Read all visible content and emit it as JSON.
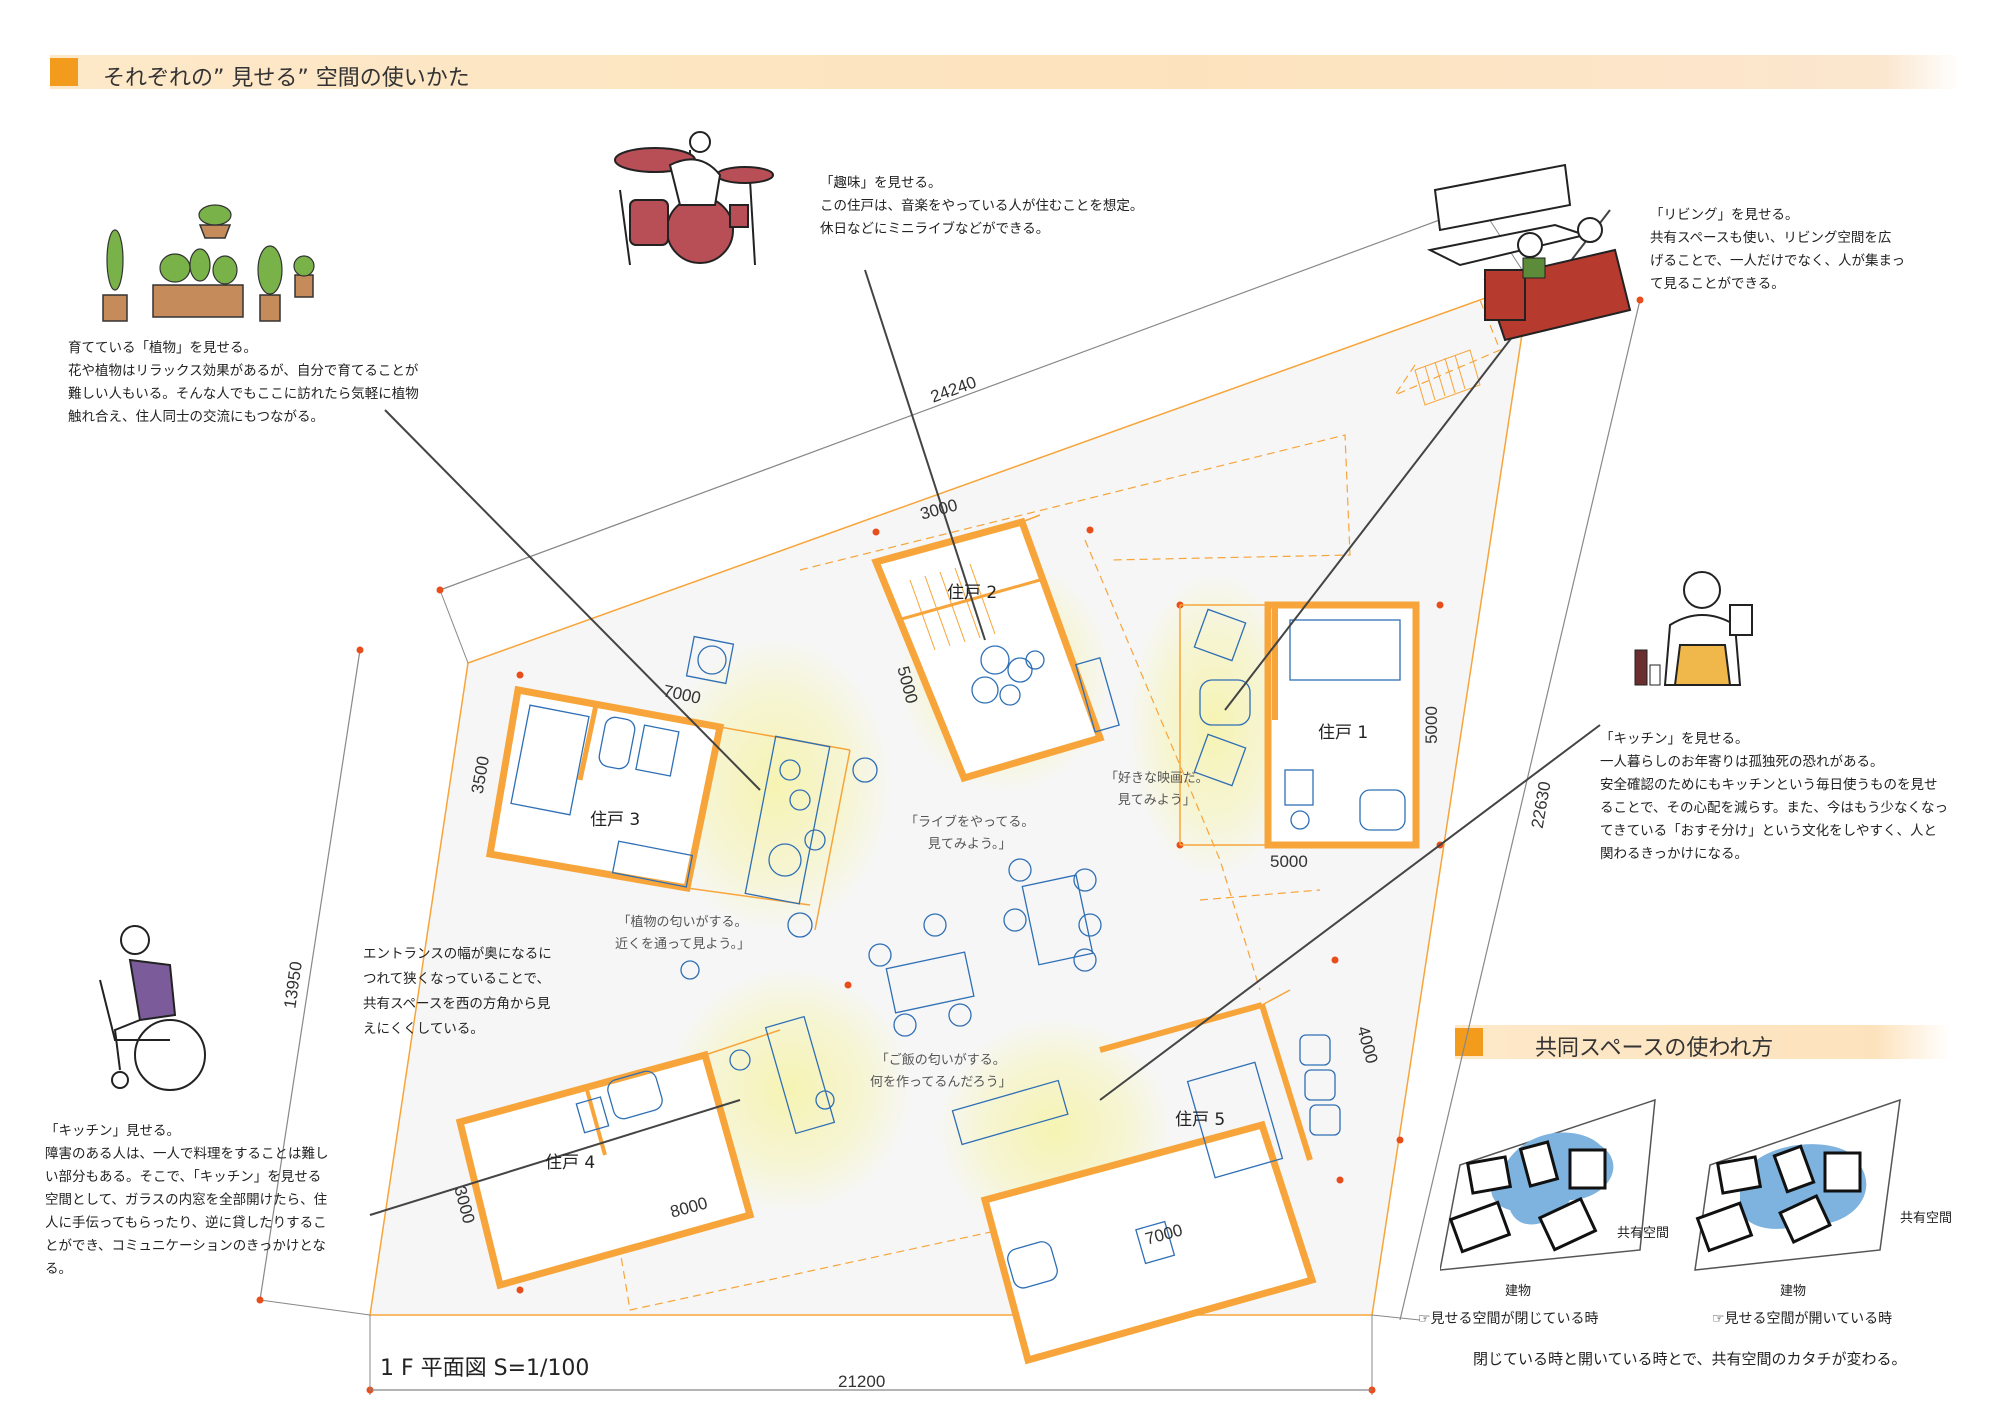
{
  "header": {
    "title": "それぞれの” 見せる” 空間の使いかた"
  },
  "section2": {
    "title": "共同スペースの使われ方"
  },
  "descriptions": {
    "plants": [
      "育てている「植物」を見せる。",
      "花や植物はリラックス効果があるが、自分で育てることが",
      "難しい人もいる。そんな人でもここに訪れたら気軽に植物",
      "触れ合え、住人同士の交流にもつながる。"
    ],
    "hobby": [
      "「趣味」を見せる。",
      "この住戸は、音楽をやっている人が住むことを想定。",
      "休日などにミニライブなどができる。"
    ],
    "living": [
      "「リビング」を見せる。",
      "共有スペースも使い、リビング空間を広",
      "げることで、一人だけでなく、人が集まっ",
      "て見ることができる。"
    ],
    "kitchen1": [
      "「キッチン」を見せる。",
      "一人暮らしのお年寄りは孤独死の恐れがある。",
      "安全確認のためにもキッチンという毎日使うものを見せ",
      "ることで、その心配を減らす。また、今はもう少なくなっ",
      "てきている「おすそ分け」という文化をしやすく、人と",
      "関わるきっかけになる。"
    ],
    "kitchen2": [
      "「キッチン」見せる。",
      "障害のある人は、一人で料理をすることは難し",
      "い部分もある。そこで、「キッチン」を見せる",
      "空間として、ガラスの内窓を全部開けたら、住",
      "人に手伝ってもらったり、逆に貸したりするこ",
      "とができ、コミュニケーションのきっかけとな",
      "る。"
    ],
    "entrance": [
      "エントランスの幅が奥になるに",
      "つれて狭くなっていることで、",
      "共有スペースを西の方角から見",
      "えにくくしている。"
    ]
  },
  "units": {
    "u1": "住戸 1",
    "u2": "住戸 2",
    "u3": "住戸 3",
    "u4": "住戸 4",
    "u5": "住戸 5"
  },
  "quotes": {
    "movie": [
      "「好きな映画だ。",
      "見てみよう」"
    ],
    "live": [
      "「ライブをやってる。",
      "見てみよう。」"
    ],
    "plant": [
      "「植物の匂いがする。",
      "近くを通って見よう。」"
    ],
    "food": [
      "「ご飯の匂いがする。",
      "何を作ってるんだろう」"
    ]
  },
  "dimensions": {
    "d24240": "24240",
    "d3000_top": "3000",
    "d5000_u2": "5000",
    "d7000_u3": "7000",
    "d3500": "3500",
    "d5000_u1_side": "5000",
    "d5000_u1_bottom": "5000",
    "d22630": "22630",
    "d13950": "13950",
    "d4000": "4000",
    "d3000_u4": "3000",
    "d8000": "8000",
    "d7000_u5": "7000",
    "d21200": "21200"
  },
  "plan": {
    "caption": "1 F 平面図  S=1/100"
  },
  "diagram": {
    "shared_label": "共有空間",
    "building_label": "建物",
    "closed_caption": "☞見せる空間が閉じている時",
    "open_caption": "☞見せる空間が開いている時",
    "summary": "閉じている時と開いている時とで、共有空間のカタチが変わる。"
  },
  "colors": {
    "accent": "#f29b1d",
    "wall": "#f7a53a",
    "furniture": "#2f6fb5",
    "shared_blue": "#7db3de",
    "glow": "#fff64e"
  }
}
